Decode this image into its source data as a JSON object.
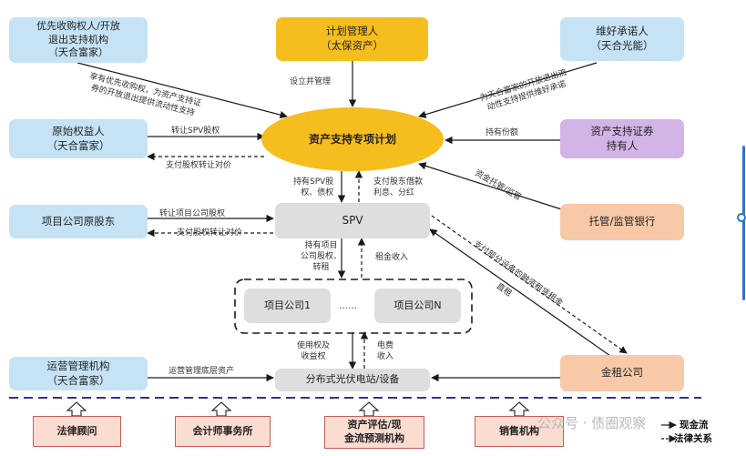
{
  "nodes": {
    "priority_buyer": [
      "优先收购权人/开放",
      "退出支持机构",
      "（天合富家）"
    ],
    "plan_manager": [
      "计划管理人",
      "（太保资产）"
    ],
    "commitment": [
      "维好承诺人",
      "（天合光能）"
    ],
    "original_rights": [
      "原始权益人",
      "（天合富家）"
    ],
    "abs_plan": "资产支持专项计划",
    "security_holder": [
      "资产支持证券",
      "持有人"
    ],
    "project_shareholder": "项目公司原股东",
    "spv": "SPV",
    "custody_bank": "托管/监管银行",
    "project_co_1": "项目公司1",
    "project_co_dots": "……",
    "project_co_n": "项目公司N",
    "operator": [
      "运营管理机构",
      "（天合富家）"
    ],
    "pv_station": "分布式光伏电站/设备",
    "lease_co": "金租公司",
    "legal_advisor": "法律顾问",
    "accountant": "会计师事务所",
    "valuation": [
      "资产评估/现",
      "金流预测机构"
    ],
    "sales": "销售机构"
  },
  "edges": {
    "establish_manage": "设立并管理",
    "priority_support": [
      "享有优先收购权，为资产支持证",
      "券的开放退出提供流动性支持"
    ],
    "commit_support": [
      "为天合富家的开放退出流",
      "动性支持提供维好承诺"
    ],
    "transfer_spv_equity": "转让SPV股权",
    "pay_equity_price_1": "支付股权转让对价",
    "hold_shares": "持有份额",
    "hold_spv": [
      "持有SPV股",
      "权、债权"
    ],
    "pay_principal": [
      "支付股东借款",
      "利息、分红"
    ],
    "custody_supervise": "资金托管/监管",
    "transfer_project_equity": "转让项目公司股权",
    "pay_equity_price_2": "支付股权转让对价",
    "hold_project": [
      "持有项目",
      "公司股权、",
      "转租"
    ],
    "rent_income": "租金收入",
    "pay_rent": "支付部分设备的融资租赁租金",
    "direct_lease": "直租",
    "use_right": [
      "使用权及",
      "收益权"
    ],
    "elec_income": [
      "电费",
      "收入"
    ],
    "op_manage": "运营管理底层资产"
  },
  "legend": {
    "cash_flow": "现金流",
    "legal_relation": "法律关系"
  },
  "watermark": "公众号 · 债圈观察"
}
